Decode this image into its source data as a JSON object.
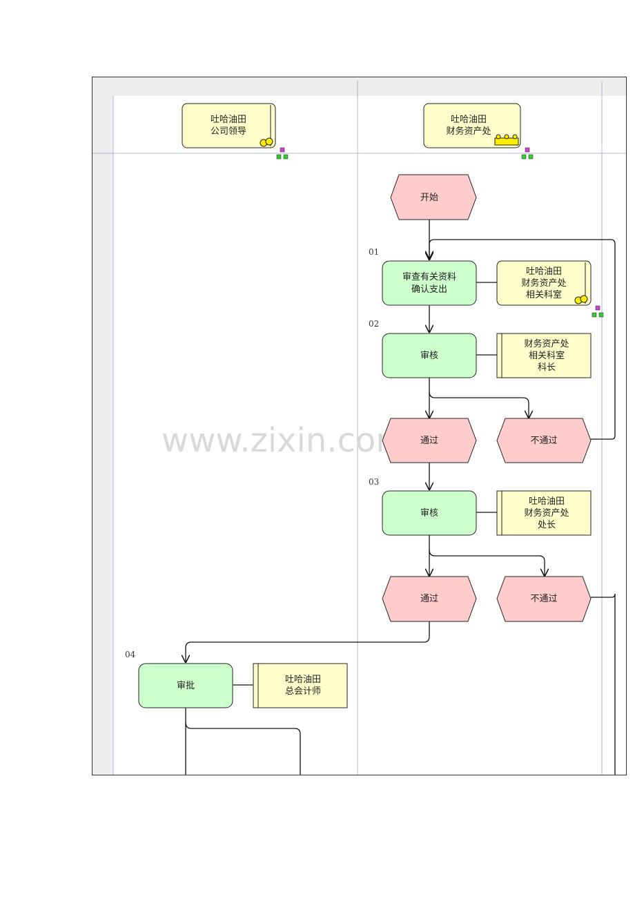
{
  "lanes": [
    {
      "org_line1": "吐哈油田",
      "org_line2": "公司领导"
    },
    {
      "org_line1": "吐哈油田",
      "org_line2": "财务资产处"
    }
  ],
  "events": {
    "start": "开始",
    "pass1": "通过",
    "fail1": "不通过",
    "pass2": "通过",
    "fail2": "不通过"
  },
  "steps": [
    {
      "number": "01",
      "line1": "审查有关资料",
      "line2": "确认支出",
      "role": [
        "吐哈油田",
        "财务资产处",
        "相关科室"
      ]
    },
    {
      "number": "02",
      "line1": "审核",
      "role": [
        "财务资产处",
        "相关科室",
        "科长"
      ]
    },
    {
      "number": "03",
      "line1": "审核",
      "role": [
        "吐哈油田",
        "财务资产处",
        "处长"
      ]
    },
    {
      "number": "04",
      "line1": "审批",
      "role": [
        "吐哈油田",
        "总会计师"
      ]
    }
  ],
  "watermark": "www.zixin.com.cn",
  "colors": {
    "function_fill": "#ccffcc",
    "event_fill": "#ffcccc",
    "role_fill": "#ffffcc",
    "header_bg": "#eeeeee"
  }
}
